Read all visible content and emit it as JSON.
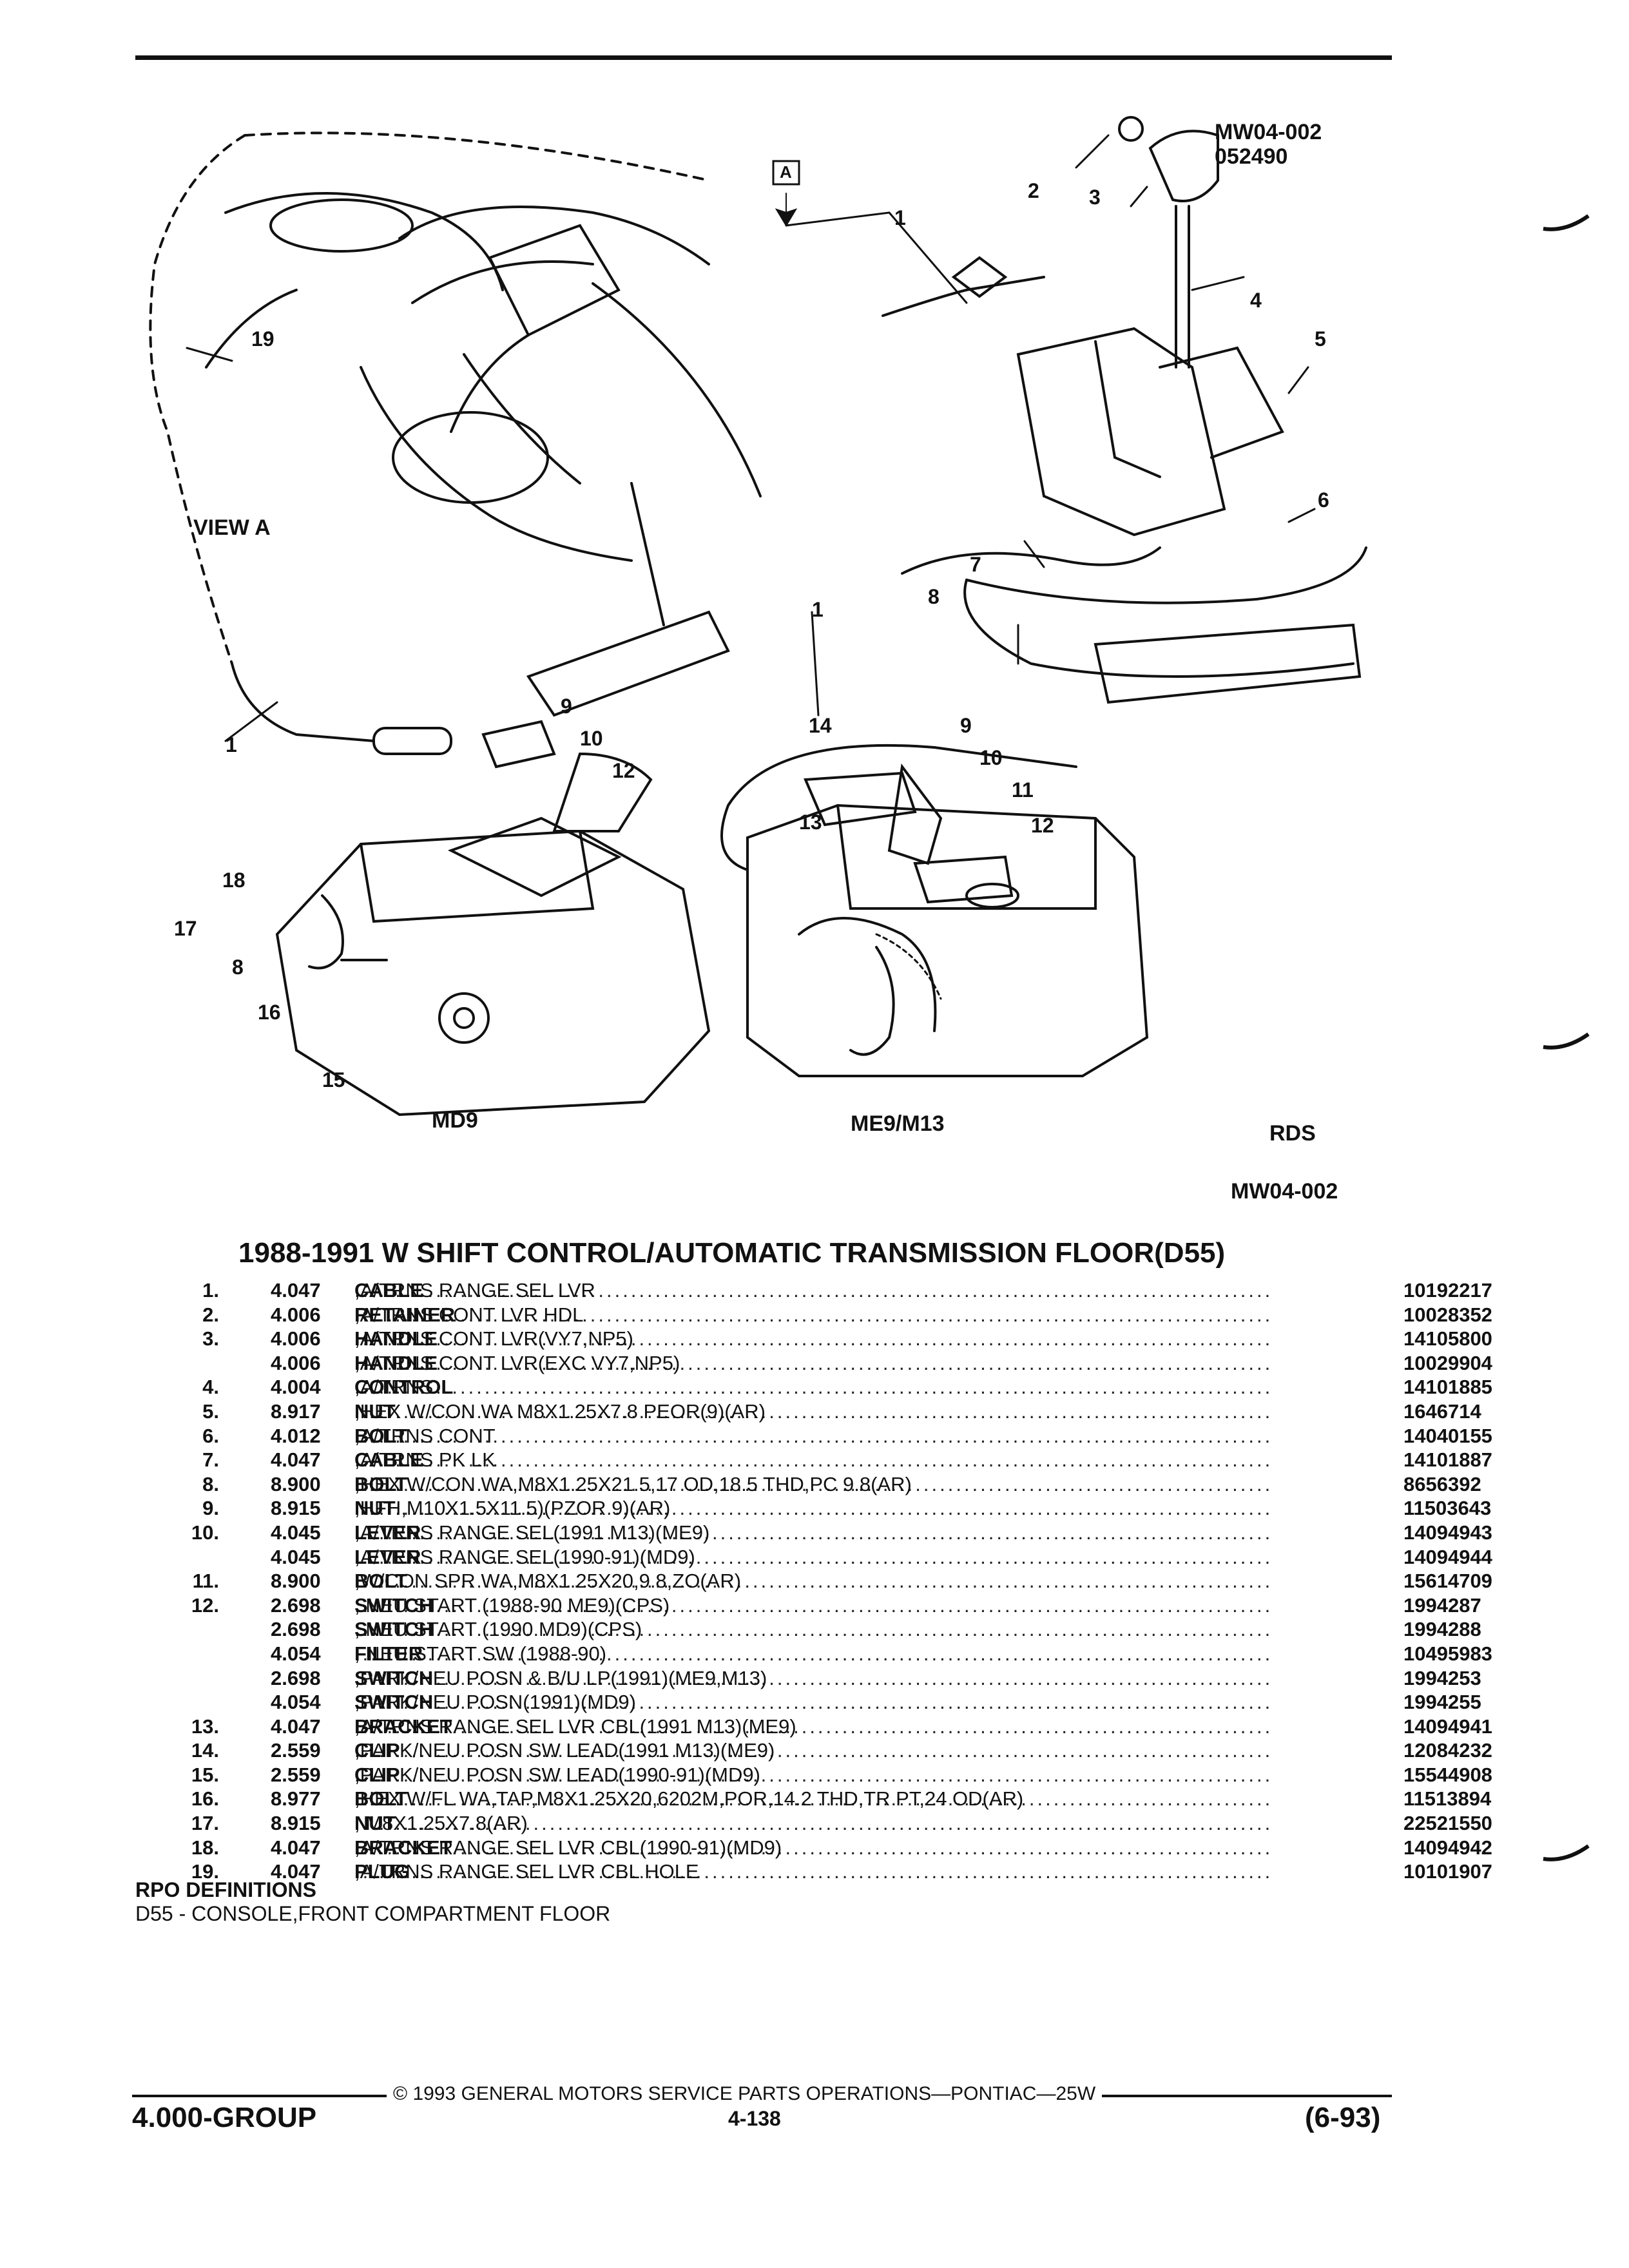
{
  "figure": {
    "ref_code": "MW04-002",
    "ref_date": "052490",
    "view_label": "VIEW A",
    "view_marker": "A",
    "variant_left": "MD9",
    "variant_right": "ME9/M13",
    "rds_label": "RDS",
    "figure_code": "MW04-002",
    "callouts_main": [
      "1",
      "2",
      "3",
      "4",
      "5",
      "6",
      "7",
      "8",
      "19",
      "1"
    ],
    "callouts_md9": [
      "9",
      "10",
      "12",
      "18",
      "17",
      "8",
      "16",
      "15"
    ],
    "callouts_me9": [
      "14",
      "13",
      "9",
      "10",
      "11",
      "12"
    ]
  },
  "section_title": "1988-1991 W SHIFT CONTROL/AUTOMATIC TRANSMISSION FLOOR(D55)",
  "parts": [
    {
      "no": "1.",
      "group": "4.047",
      "name": "CABLE",
      "desc": ",A/TRNS RANGE SEL LVR",
      "part": "10192217"
    },
    {
      "no": "2.",
      "group": "4.006",
      "name": "RETAINER",
      "desc": ",A/TRNS CONT LVR HDL",
      "part": "10028352"
    },
    {
      "no": "3.",
      "group": "4.006",
      "name": "HANDLE",
      "desc": ",A/TRNS CONT LVR(VY7,NP5)",
      "part": "14105800"
    },
    {
      "no": "",
      "group": "4.006",
      "name": "HANDLE",
      "desc": ",A/TRNS CONT LVR(EXC VY7,NP5)",
      "part": "10029904"
    },
    {
      "no": "4.",
      "group": "4.004",
      "name": "CONTROL",
      "desc": ",A/TRNS",
      "part": "14101885"
    },
    {
      "no": "5.",
      "group": "8.917",
      "name": "NUT",
      "desc": ",HEX W/CON WA M8X1.25X7.8 PEOR(9)(AR)",
      "part": "1646714"
    },
    {
      "no": "6.",
      "group": "4.012",
      "name": "BOLT",
      "desc": ",A/TRNS CONT",
      "part": "14040155"
    },
    {
      "no": "7.",
      "group": "4.047",
      "name": "CABLE",
      "desc": ",A/TRNS PK LK",
      "part": "14101887"
    },
    {
      "no": "8.",
      "group": "8.900",
      "name": "BOLT",
      "desc": ",HEX W/CON WA,M8X1.25X21.5,17 OD,18.5 THD,PC 9.8(AR)",
      "part": "8656392"
    },
    {
      "no": "9.",
      "group": "8.915",
      "name": "NUT",
      "desc": ",HFH,M10X1.5X11.5)(PZOR 9)(AR)",
      "part": "11503643"
    },
    {
      "no": "10.",
      "group": "4.045",
      "name": "LEVER",
      "desc": ",A/TRNS RANGE SEL(1991 M13)(ME9)",
      "part": "14094943"
    },
    {
      "no": "",
      "group": "4.045",
      "name": "LEVER",
      "desc": ",A/TRNS RANGE SEL(1990-91)(MD9)",
      "part": "14094944"
    },
    {
      "no": "11.",
      "group": "8.900",
      "name": "BOLT",
      "desc": ",W/CON SPR WA,M8X1.25X20,9.8,ZO(AR)",
      "part": "15614709"
    },
    {
      "no": "12.",
      "group": "2.698",
      "name": "SWITCH",
      "desc": ", NEU START (1988-90 ME9)(CPS)",
      "part": "1994287"
    },
    {
      "no": "",
      "group": "2.698",
      "name": "SWITCH",
      "desc": ", NEU START (1990 MD9)(CPS)",
      "part": "1994288"
    },
    {
      "no": "",
      "group": "4.054",
      "name": "FILTER",
      "desc": ", NEU START SW (1988-90)",
      "part": "10495983"
    },
    {
      "no": "",
      "group": "2.698",
      "name": "SWITCH",
      "desc": ",PARK/NEU POSN & B/U LP(1991)(ME9,M13)",
      "part": "1994253"
    },
    {
      "no": "",
      "group": "4.054",
      "name": "SWITCH",
      "desc": ",PARK/NEU POSN(1991)(MD9)",
      "part": "1994255"
    },
    {
      "no": "13.",
      "group": "4.047",
      "name": "BRACKET",
      "desc": ",A/TRNS RANGE SEL LVR CBL(1991 M13)(ME9)",
      "part": "14094941"
    },
    {
      "no": "14.",
      "group": "2.559",
      "name": "CLIP",
      "desc": ",PARK/NEU POSN SW LEAD(1991 M13)(ME9)",
      "part": "12084232"
    },
    {
      "no": "15.",
      "group": "2.559",
      "name": "CLIP",
      "desc": ",PARK/NEU POSN SW LEAD(1990-91)(MD9)",
      "part": "15544908"
    },
    {
      "no": "16.",
      "group": "8.977",
      "name": "BOLT",
      "desc": ",HEX W/FL WA,TAP,M8X1.25X20,6202M,POR,14.2 THD,TR PT,24 OD(AR)",
      "part": "11513894"
    },
    {
      "no": "17.",
      "group": "8.915",
      "name": "NUT",
      "desc": ", M8X1.25X7.8(AR)",
      "part": "22521550"
    },
    {
      "no": "18.",
      "group": "4.047",
      "name": "BRACKET",
      "desc": ",A/TRNS RANGE SEL LVR CBL(1990-91)(MD9)",
      "part": "14094942"
    },
    {
      "no": "19.",
      "group": "4.047",
      "name": "PLUG",
      "desc": ",A/TRNS RANGE SEL LVR CBL HOLE",
      "part": "10101907"
    }
  ],
  "rpo": {
    "heading": "RPO DEFINITIONS",
    "definition": "D55 - CONSOLE,FRONT COMPARTMENT FLOOR"
  },
  "footer": {
    "copyright": "© 1993 GENERAL MOTORS SERVICE PARTS OPERATIONS—PONTIAC—25W",
    "group": "4.000-GROUP",
    "page": "4-138",
    "date": "(6-93)"
  }
}
